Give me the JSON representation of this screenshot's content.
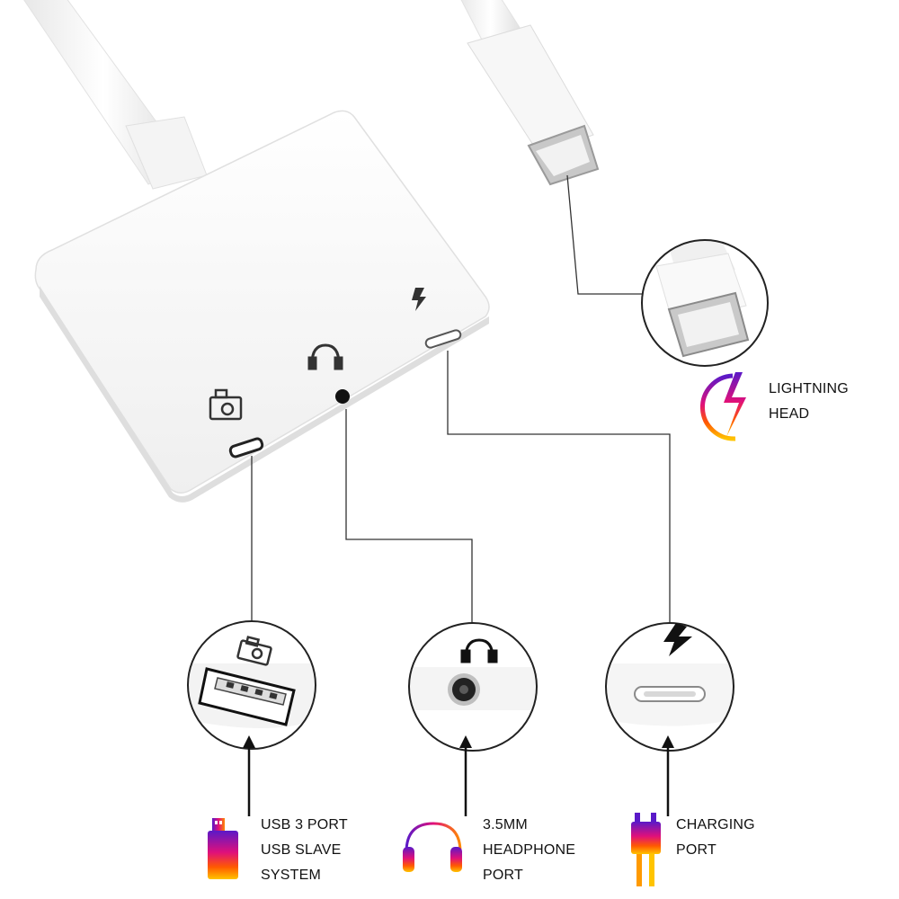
{
  "callouts": {
    "lightning": {
      "lines": [
        "LIGHTNING",
        "HEAD"
      ]
    },
    "usb": {
      "lines": [
        "USB 3 PORT",
        "USB SLAVE",
        "SYSTEM"
      ]
    },
    "headphone": {
      "lines": [
        "3.5MM",
        "HEADPHONE",
        "PORT"
      ]
    },
    "charging": {
      "lines": [
        "CHARGING",
        "PORT"
      ]
    }
  },
  "icons": {
    "adapter_ports": [
      "camera-icon",
      "headphone-icon",
      "lightning-bolt-icon"
    ],
    "callout_badges": [
      "lightning-badge-icon",
      "usb-stick-icon",
      "headphones-icon",
      "plug-icon"
    ]
  },
  "colors": {
    "background": "#ffffff",
    "adapter_body": "#f6f6f6",
    "connector_lines": "#333333",
    "badge_gradient": [
      "#ffc400",
      "#ff5a00",
      "#e0107a",
      "#5a19c8"
    ]
  }
}
